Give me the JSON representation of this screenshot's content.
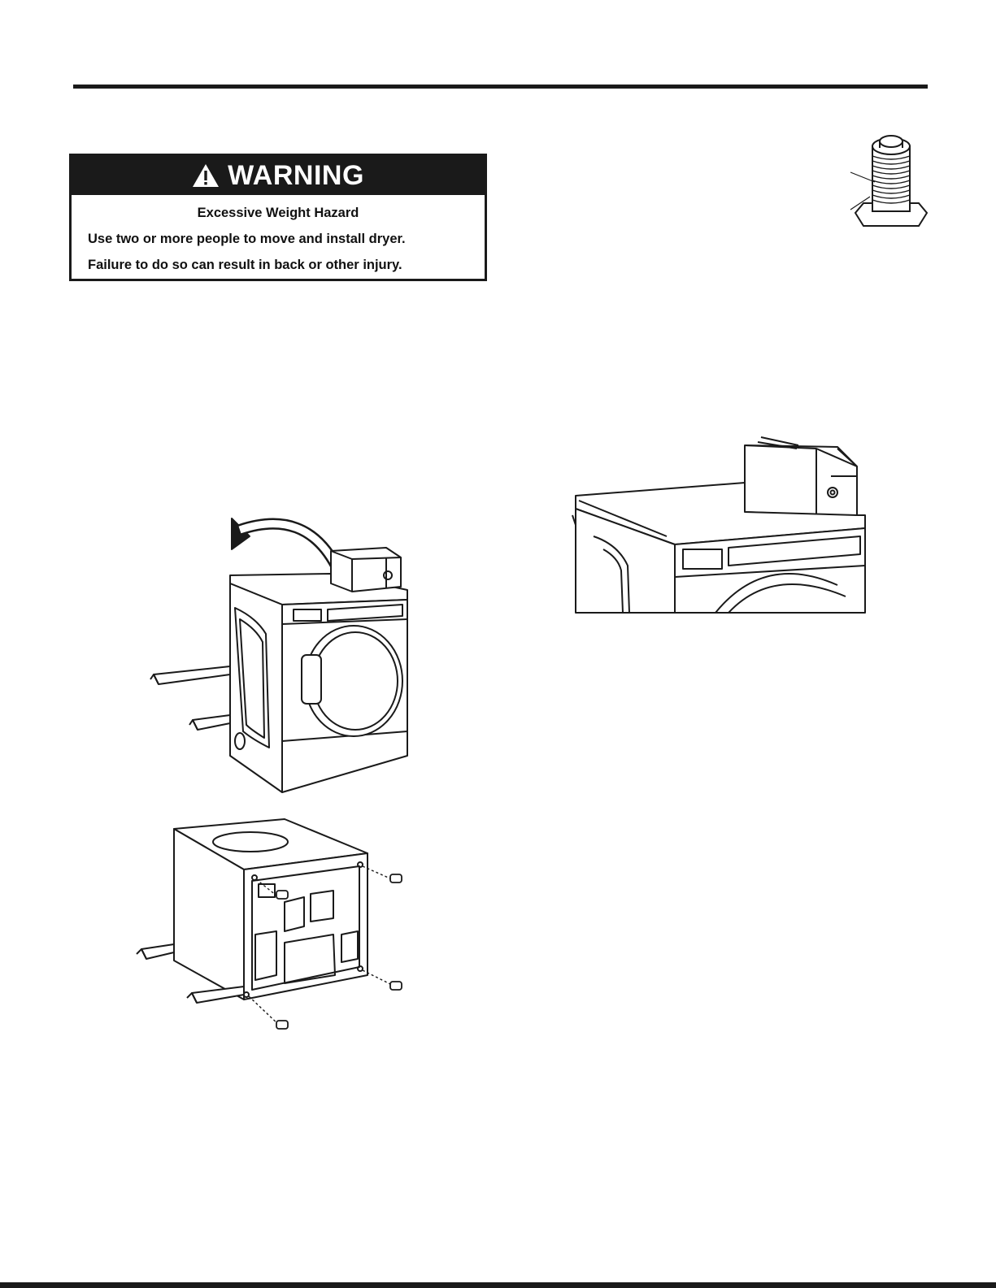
{
  "warning": {
    "header": "WARNING",
    "subtitle": "Excessive Weight Hazard",
    "line1": "Use two or more people to move and install dryer.",
    "line2": "Failure to do so can result in back or other injury."
  },
  "icons": {
    "warning": "warning-triangle-icon"
  }
}
